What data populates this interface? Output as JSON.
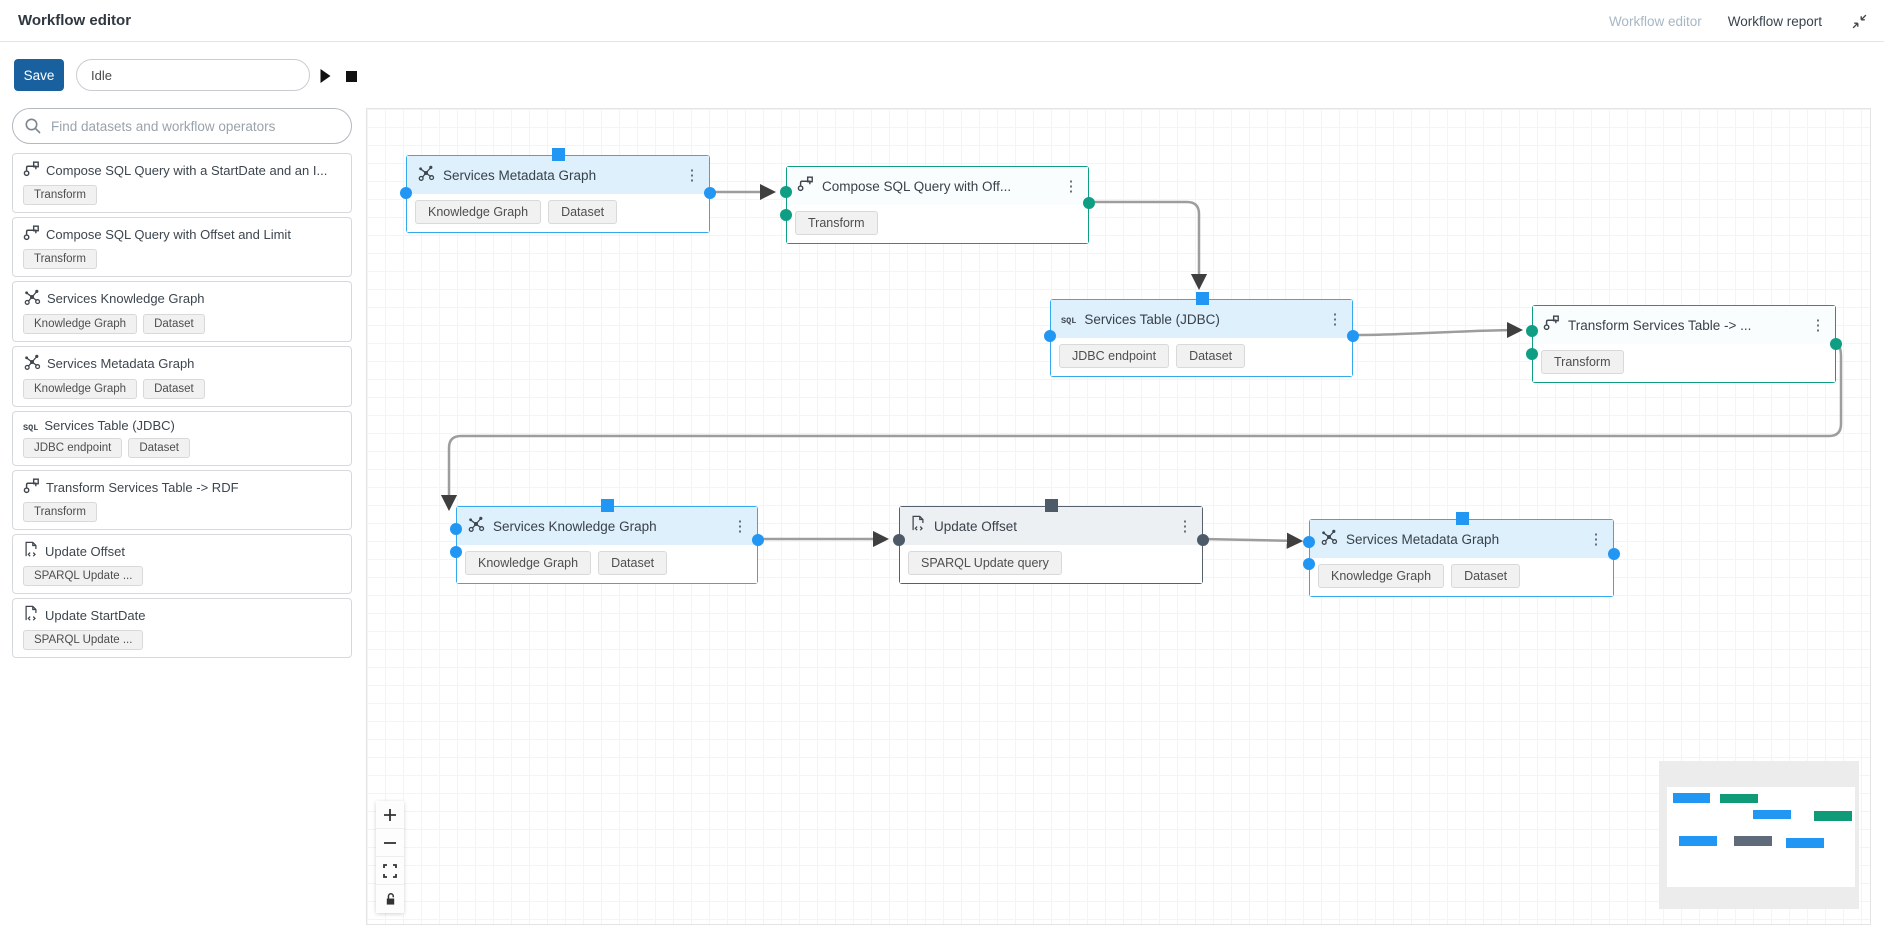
{
  "app": {
    "title": "Workflow editor"
  },
  "header": {
    "nav": [
      {
        "label": "Workflow editor",
        "disabled": true
      },
      {
        "label": "Workflow report",
        "disabled": false
      }
    ]
  },
  "toolbar": {
    "save_label": "Save",
    "status_value": "Idle"
  },
  "sidebar": {
    "search_placeholder": "Find datasets and workflow operators",
    "items": [
      {
        "icon": "transform",
        "label": "Compose SQL Query with a StartDate and an I...",
        "tags": [
          "Transform"
        ]
      },
      {
        "icon": "transform",
        "label": "Compose SQL Query with Offset and Limit",
        "tags": [
          "Transform"
        ]
      },
      {
        "icon": "knowledge-graph",
        "label": "Services Knowledge Graph",
        "tags": [
          "Knowledge Graph",
          "Dataset"
        ]
      },
      {
        "icon": "knowledge-graph",
        "label": "Services Metadata Graph",
        "tags": [
          "Knowledge Graph",
          "Dataset"
        ]
      },
      {
        "icon": "sql",
        "label": "Services Table (JDBC)",
        "tags": [
          "JDBC endpoint",
          "Dataset"
        ]
      },
      {
        "icon": "transform",
        "label": "Transform Services Table -> RDF",
        "tags": [
          "Transform"
        ]
      },
      {
        "icon": "sparql",
        "label": "Update Offset",
        "tags": [
          "SPARQL Update ..."
        ]
      },
      {
        "icon": "sparql",
        "label": "Update StartDate",
        "tags": [
          "SPARQL Update ..."
        ]
      }
    ]
  },
  "canvas": {
    "nodes": [
      {
        "icon": "knowledge-graph",
        "label": "Services Metadata Graph",
        "tags": [
          "Knowledge Graph",
          "Dataset"
        ],
        "kind": "blue"
      },
      {
        "icon": "transform",
        "label": "Compose SQL Query with Off...",
        "tags": [
          "Transform"
        ],
        "kind": "green"
      },
      {
        "icon": "sql",
        "label": "Services Table (JDBC)",
        "tags": [
          "JDBC endpoint",
          "Dataset"
        ],
        "kind": "blue"
      },
      {
        "icon": "transform",
        "label": "Transform Services Table -> ...",
        "tags": [
          "Transform"
        ],
        "kind": "green"
      },
      {
        "icon": "knowledge-graph",
        "label": "Services Knowledge Graph",
        "tags": [
          "Knowledge Graph",
          "Dataset"
        ],
        "kind": "blue"
      },
      {
        "icon": "sparql",
        "label": "Update Offset",
        "tags": [
          "SPARQL Update query"
        ],
        "kind": "gray"
      },
      {
        "icon": "knowledge-graph",
        "label": "Services Metadata Graph",
        "tags": [
          "Knowledge Graph",
          "Dataset"
        ],
        "kind": "blue"
      }
    ],
    "palette": {
      "node_blue": "#2196f3",
      "node_green": "#0d9e84",
      "node_gray": "#4d5a68",
      "edge": "#9d9d9d",
      "arrow": "#3f3f3f",
      "save_button": "#19619e"
    },
    "minimap": {
      "nodes": [
        "blue",
        "green",
        "blue",
        "green",
        "blue",
        "gray",
        "blue"
      ]
    },
    "controls": [
      "zoom-in",
      "zoom-out",
      "fit-view",
      "lock"
    ]
  }
}
